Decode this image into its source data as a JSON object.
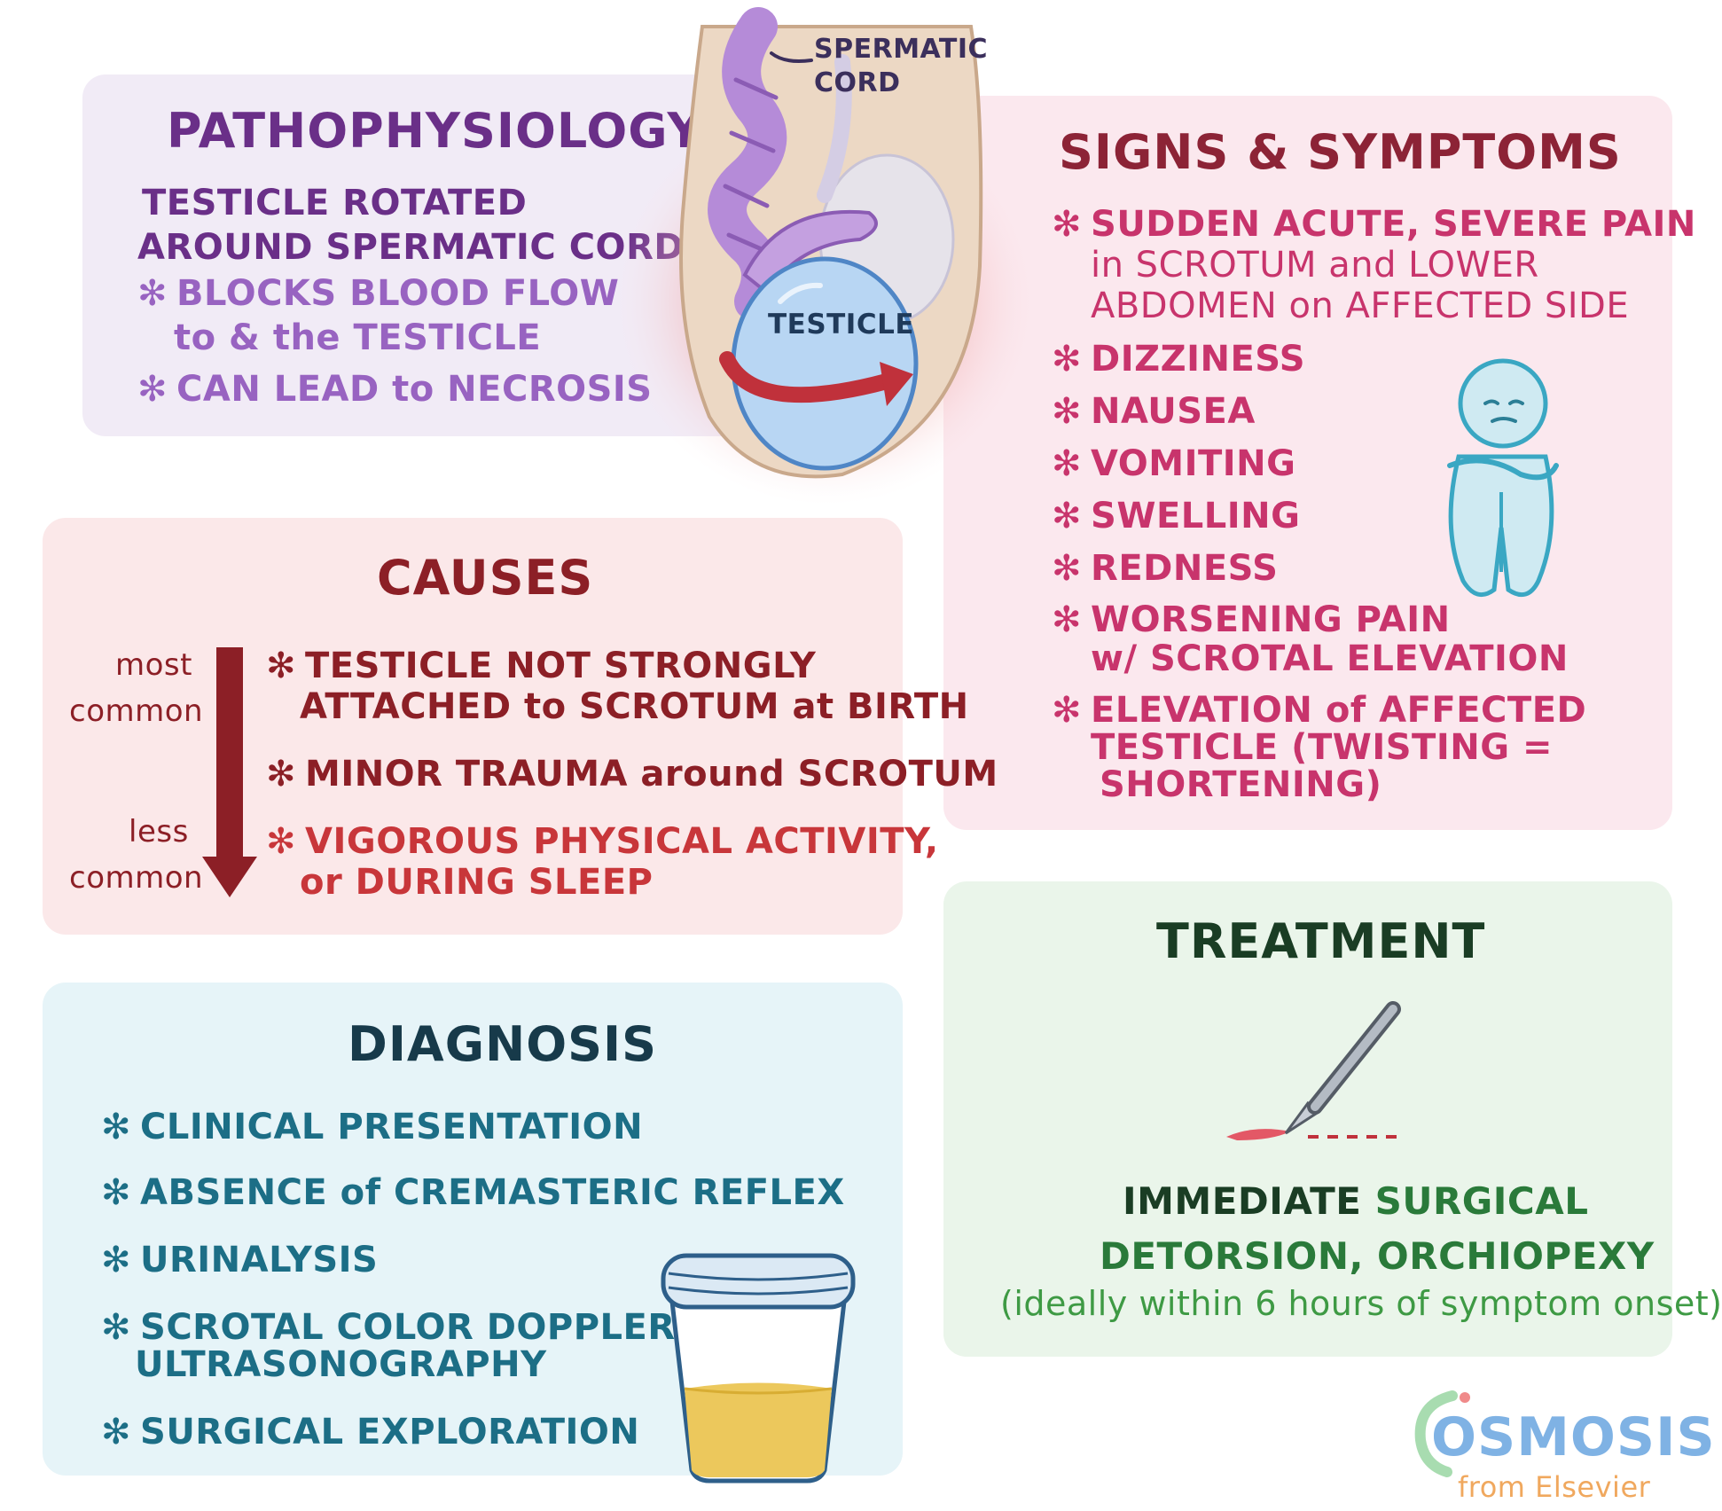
{
  "pathophysiology": {
    "title": "PATHOPHYSIOLOGY",
    "line1": "TESTICLE ROTATED",
    "line2": "AROUND SPERMATIC CORD",
    "bullet1_a": "BLOCKS BLOOD FLOW",
    "bullet1_b": "to & the TESTICLE",
    "bullet2": "CAN LEAD to NECROSIS"
  },
  "illustration": {
    "cord_label_1": "SPERMATIC",
    "cord_label_2": "CORD",
    "testicle_label": "TESTICLE"
  },
  "signs": {
    "title": "SIGNS & SYMPTOMS",
    "item1_a": "SUDDEN ACUTE, SEVERE PAIN",
    "item1_b": "in SCROTUM and LOWER",
    "item1_c": "ABDOMEN on AFFECTED SIDE",
    "item2": "DIZZINESS",
    "item3": "NAUSEA",
    "item4": "VOMITING",
    "item5": "SWELLING",
    "item6": "REDNESS",
    "item7_a": "WORSENING PAIN",
    "item7_b": "w/ SCROTAL ELEVATION",
    "item8_a": "ELEVATION of AFFECTED",
    "item8_b": "TESTICLE (TWISTING =",
    "item8_c": "SHORTENING)"
  },
  "causes": {
    "title": "CAUSES",
    "most_1": "most",
    "most_2": "common",
    "less_1": "less",
    "less_2": "common",
    "item1_a": "TESTICLE NOT STRONGLY",
    "item1_b": "ATTACHED to SCROTUM at BIRTH",
    "item2": "MINOR TRAUMA around SCROTUM",
    "item3_a": "VIGOROUS PHYSICAL ACTIVITY,",
    "item3_b": "or DURING SLEEP"
  },
  "diagnosis": {
    "title": "DIAGNOSIS",
    "item1": "CLINICAL PRESENTATION",
    "item2": "ABSENCE of CREMASTERIC REFLEX",
    "item3": "URINALYSIS",
    "item4_a": "SCROTAL COLOR DOPPLER",
    "item4_b": "ULTRASONOGRAPHY",
    "item5": "SURGICAL EXPLORATION"
  },
  "treatment": {
    "title": "TREATMENT",
    "line1_a": "IMMEDIATE",
    "line1_b": "SURGICAL",
    "line2": "DETORSION, ORCHIOPEXY",
    "line3": "(ideally within 6 hours of symptom onset)"
  },
  "logo": {
    "name": "OSMOSIS",
    "sub": "from Elsevier"
  },
  "icons": [
    "asterisk-bullet-icon",
    "urine-cup-icon",
    "scalpel-icon",
    "sad-person-icon",
    "arrow-down-icon"
  ]
}
